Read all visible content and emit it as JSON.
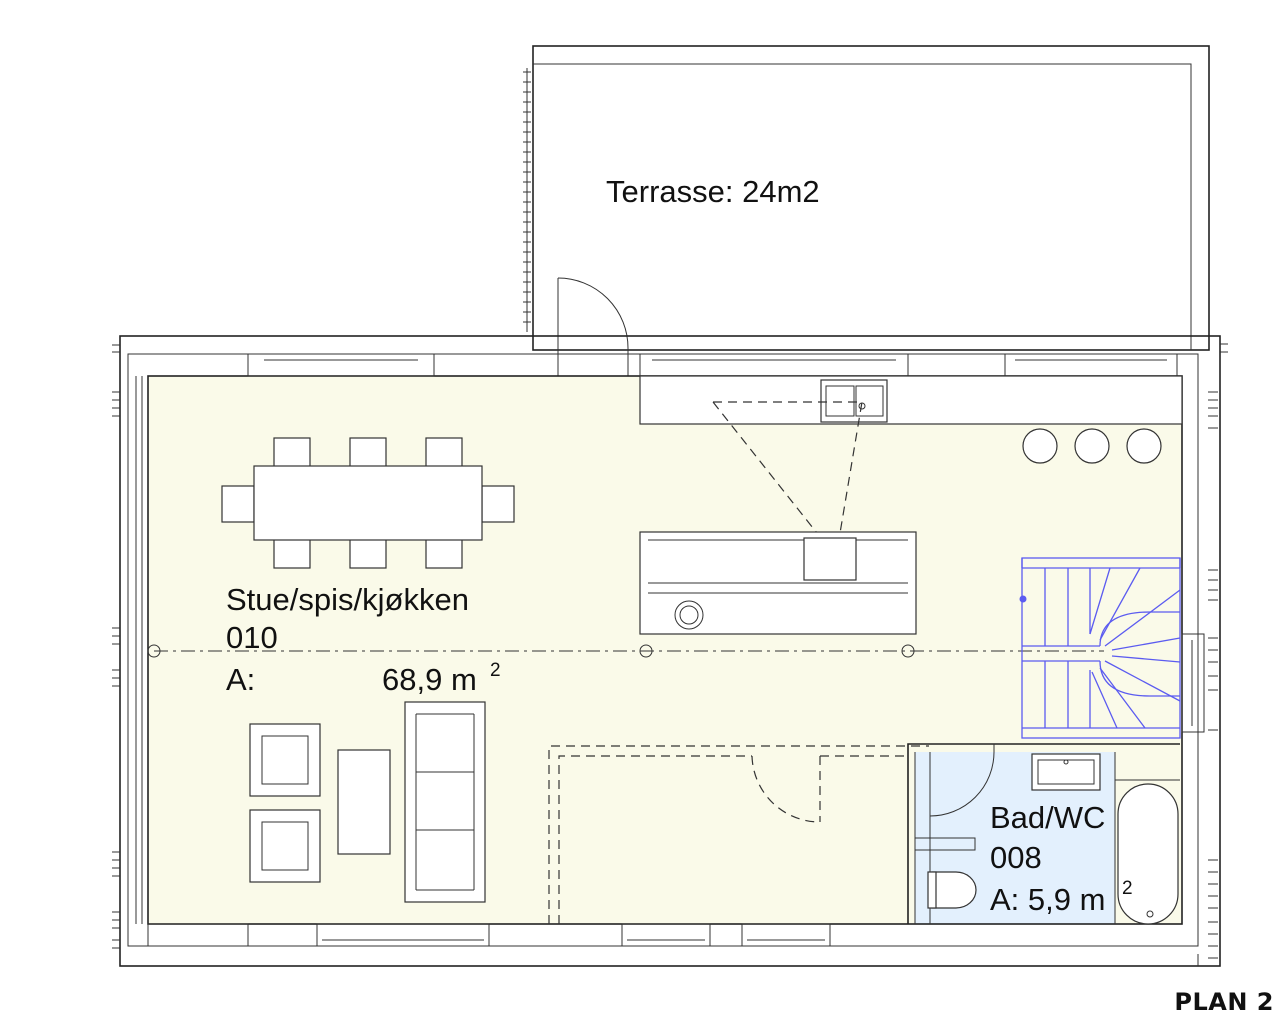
{
  "plan_title": "PLAN 2",
  "rooms": {
    "terrace": {
      "label": "Terrasse: 24m2"
    },
    "living": {
      "name": "Stue/spis/kjøkken",
      "number": "010",
      "area_label": "A:",
      "area_value": "68,9 m",
      "area_sup": "2"
    },
    "bath": {
      "name": "Bad/WC",
      "number": "008",
      "area_label": "A: 5,9 m",
      "area_sup": "2"
    }
  },
  "colors": {
    "living_fill": "#fafae9",
    "bath_fill": "#e3f0fd",
    "stair_lines": "#5b5bf0"
  }
}
